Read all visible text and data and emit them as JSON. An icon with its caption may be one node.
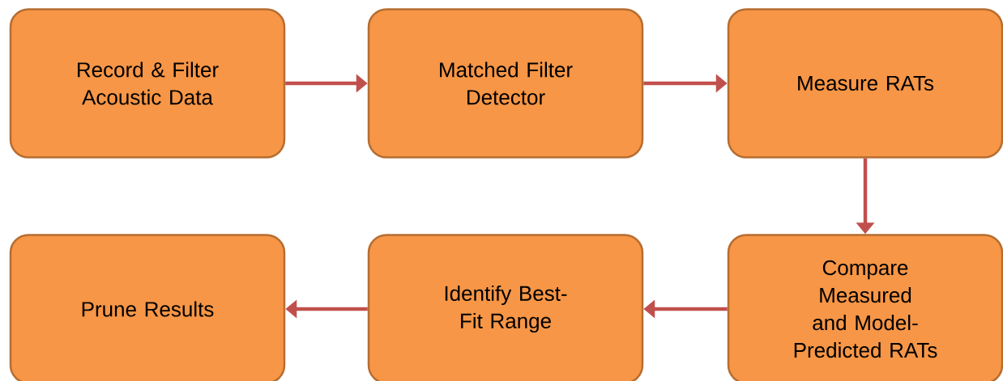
{
  "diagram": {
    "nodes": [
      {
        "text": [
          "Record & Filter Acoustic Data"
        ]
      },
      {
        "text": [
          "Matched Filter Detector"
        ]
      },
      {
        "text": [
          "Measure RATs"
        ]
      },
      {
        "text": [
          "Prune Results"
        ]
      },
      {
        "text": [
          "Identify Best-Fit Range"
        ]
      },
      {
        "text": [
          "Compare Measured and Model-Predicted RATs"
        ]
      }
    ],
    "edges": [
      {
        "from": 0,
        "to": 1,
        "arrow": "to"
      },
      {
        "from": 1,
        "to": 2,
        "arrow": "to"
      },
      {
        "from": 2,
        "to": 5,
        "arrow": "to"
      },
      {
        "from": 5,
        "to": 4,
        "arrow": "to"
      },
      {
        "from": 4,
        "to": 3,
        "arrow": "to"
      }
    ]
  }
}
